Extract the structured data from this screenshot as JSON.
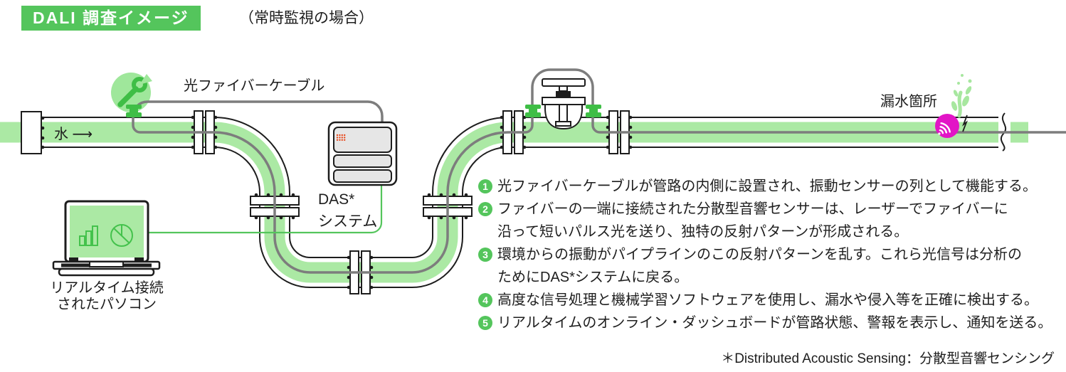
{
  "header": {
    "title": "DALI 調査イメージ",
    "subtitle": "（常時監視の場合）"
  },
  "diagram": {
    "water_label": "水 ⟶",
    "fiber_cable_label": "光ファイバーケーブル",
    "das_label": {
      "line1": "DAS*",
      "line2": "システム"
    },
    "laptop_label": {
      "line1": "リアルタイム接続",
      "line2": "されたパソコン"
    },
    "leak_label": "漏水箇所"
  },
  "notes": {
    "items": [
      {
        "number": "1",
        "lines": [
          "光ファイバーケーブルが管路の内側に設置され、振動センサーの列として機能する。"
        ]
      },
      {
        "number": "2",
        "lines": [
          "ファイバーの一端に接続された分散型音響センサーは、レーザーでファイバーに",
          "沿って短いパルス光を送り、独特の反射パターンが形成される。"
        ]
      },
      {
        "number": "3",
        "lines": [
          "環境からの振動がパイプラインのこの反射パターンを乱す。これら光信号は分析の",
          "ためにDAS*システムに戻る。"
        ]
      },
      {
        "number": "4",
        "lines": [
          "高度な信号処理と機械学習ソフトウェアを使用し、漏水や侵入等を正確に検出する。"
        ]
      },
      {
        "number": "5",
        "lines": [
          "リアルタイムのオンライン・ダッシュボードが管路状態、警報を表示し、通知を送る。"
        ]
      }
    ]
  },
  "footnote": "＊Distributed Acoustic Sensing：分散型音響センシング",
  "colors": {
    "accent_green": "#54c55c",
    "water_green": "#abe9a4",
    "dark_green": "#3fbe46",
    "cable_gray": "#7d7d7d",
    "outline_black": "#1d1d1d",
    "leak_magenta": "#e215c6",
    "device_gray": "#e6e6e6",
    "led_red": "#e8481c"
  }
}
